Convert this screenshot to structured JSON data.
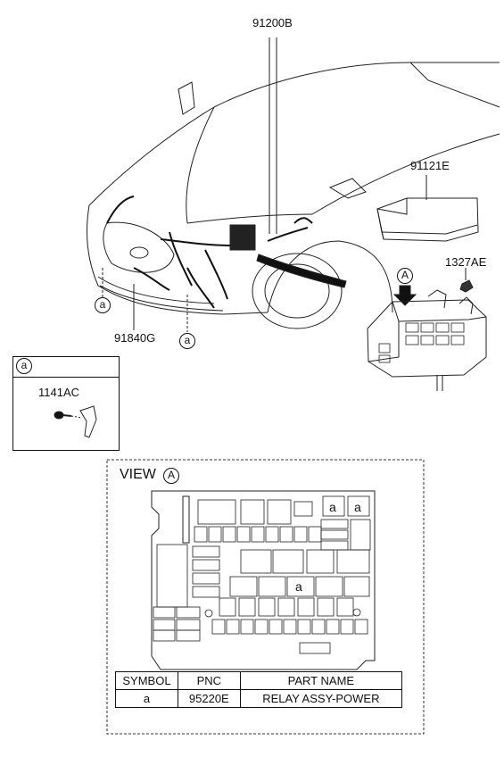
{
  "callouts": {
    "harness_top": "91200B",
    "junction_box_cover": "91121E",
    "nut": "1327AE",
    "front_harness": "91840G",
    "bolt": "1141AC"
  },
  "circle_markers": {
    "clip": "a",
    "view": "A"
  },
  "view": {
    "title": "VIEW",
    "marker": "A",
    "slot_markers": [
      "a",
      "a",
      "a"
    ]
  },
  "legend": {
    "header": "a",
    "part": "1141AC"
  },
  "table": {
    "headers": [
      "SYMBOL",
      "PNC",
      "PART NAME"
    ],
    "rows": [
      [
        "a",
        "95220E",
        "RELAY ASSY-POWER"
      ]
    ]
  }
}
